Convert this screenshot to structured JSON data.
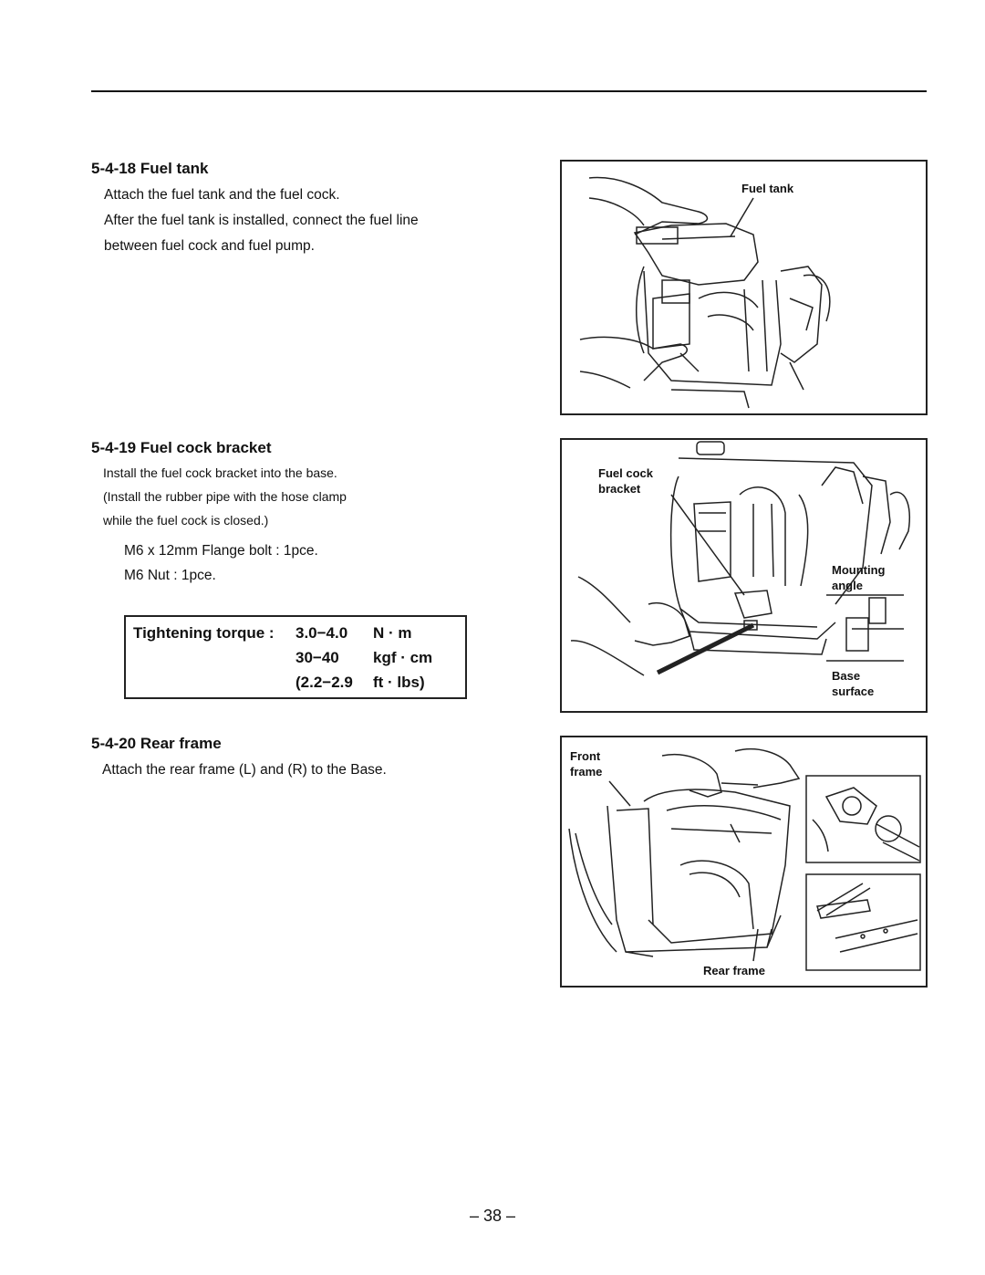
{
  "sections": {
    "fuel_tank": {
      "heading": "5-4-18 Fuel tank",
      "lines": [
        "Attach the fuel tank and the fuel cock.",
        "After the fuel tank is installed, connect the fuel line",
        "between fuel cock and fuel pump."
      ],
      "figure_label": "Fuel tank"
    },
    "fuel_cock_bracket": {
      "heading": "5-4-19 Fuel cock bracket",
      "lines": [
        "Install the fuel cock bracket into the base.",
        "(Install the rubber pipe with the hose clamp",
        "while the fuel cock is closed.)"
      ],
      "parts": [
        "M6 x 12mm Flange bolt : 1pce.",
        "M6 Nut : 1pce."
      ],
      "figure_labels": {
        "fuel_cock_1": "Fuel cock",
        "fuel_cock_2": "bracket",
        "mounting_1": "Mounting",
        "mounting_2": "angle",
        "base_1": "Base",
        "base_2": "surface"
      }
    },
    "rear_frame": {
      "heading": "5-4-20 Rear frame",
      "lines": [
        "Attach the rear frame (L) and (R) to the Base."
      ],
      "figure_labels": {
        "front_1": "Front",
        "front_2": "frame",
        "rear": "Rear frame"
      }
    }
  },
  "torque": {
    "label": "Tightening torque :",
    "rows": [
      {
        "value": "3.0−4.0",
        "unit": "N · m"
      },
      {
        "value": "30−40",
        "unit": "kgf · cm"
      },
      {
        "value": "(2.2−2.9",
        "unit": "ft · lbs)"
      }
    ]
  },
  "page_number": "– 38 –"
}
